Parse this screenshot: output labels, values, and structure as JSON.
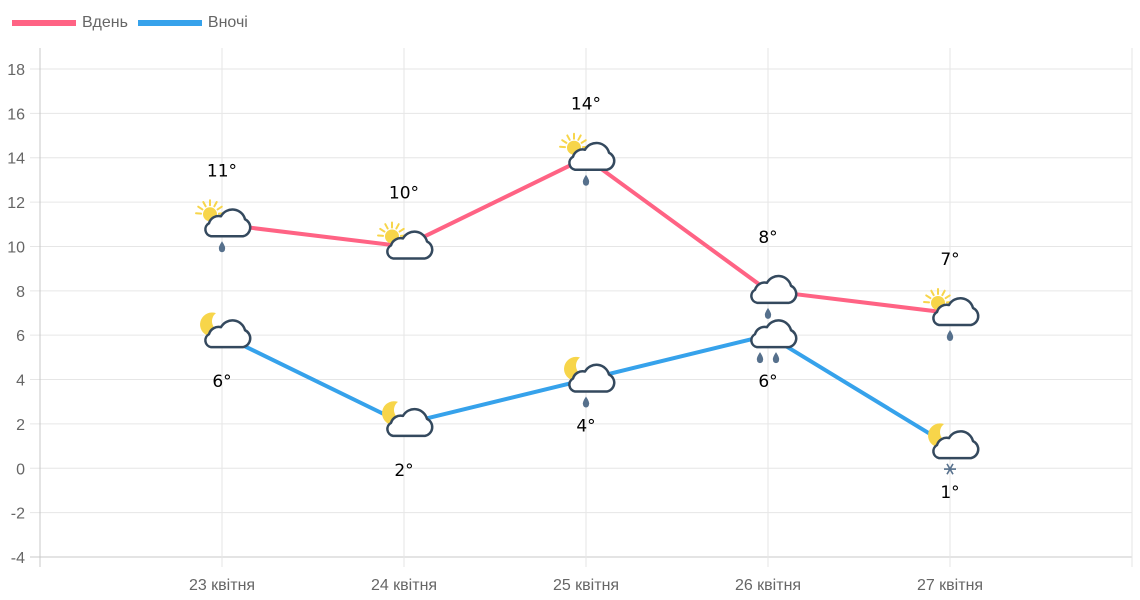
{
  "legend": [
    {
      "label": "Вдень",
      "color": "#ff6384"
    },
    {
      "label": "Вночі",
      "color": "#36a2eb"
    }
  ],
  "chart_data": {
    "type": "line",
    "categories": [
      "",
      "23 квітня",
      "24 квітня",
      "25 квітня",
      "26 квітня",
      "27 квітня",
      ""
    ],
    "series": [
      {
        "name": "Вдень",
        "color": "#ff6384",
        "values": [
          null,
          11,
          10,
          14,
          8,
          7,
          null
        ],
        "labels": [
          "",
          "11°",
          "10°",
          "14°",
          "8°",
          "7°",
          ""
        ],
        "icons": [
          null,
          "partly-sunny-rain",
          "partly-sunny",
          "partly-sunny-rain",
          "cloud-rain",
          "partly-sunny-rain",
          null
        ]
      },
      {
        "name": "Вночі",
        "color": "#36a2eb",
        "values": [
          null,
          6,
          2,
          4,
          6,
          1,
          null
        ],
        "labels": [
          "",
          "6°",
          "2°",
          "4°",
          "6°",
          "1°",
          ""
        ],
        "icons": [
          null,
          "partly-moon",
          "partly-moon",
          "partly-moon-rain",
          "cloud-heavy-rain",
          "partly-moon-snow",
          null
        ]
      }
    ],
    "yticks": [
      18,
      16,
      14,
      12,
      10,
      8,
      6,
      4,
      2,
      0,
      -2,
      -4
    ],
    "ylim": [
      -4,
      18
    ],
    "title": "",
    "xlabel": "",
    "ylabel": "",
    "grid": true,
    "legend_position": "top-left"
  }
}
